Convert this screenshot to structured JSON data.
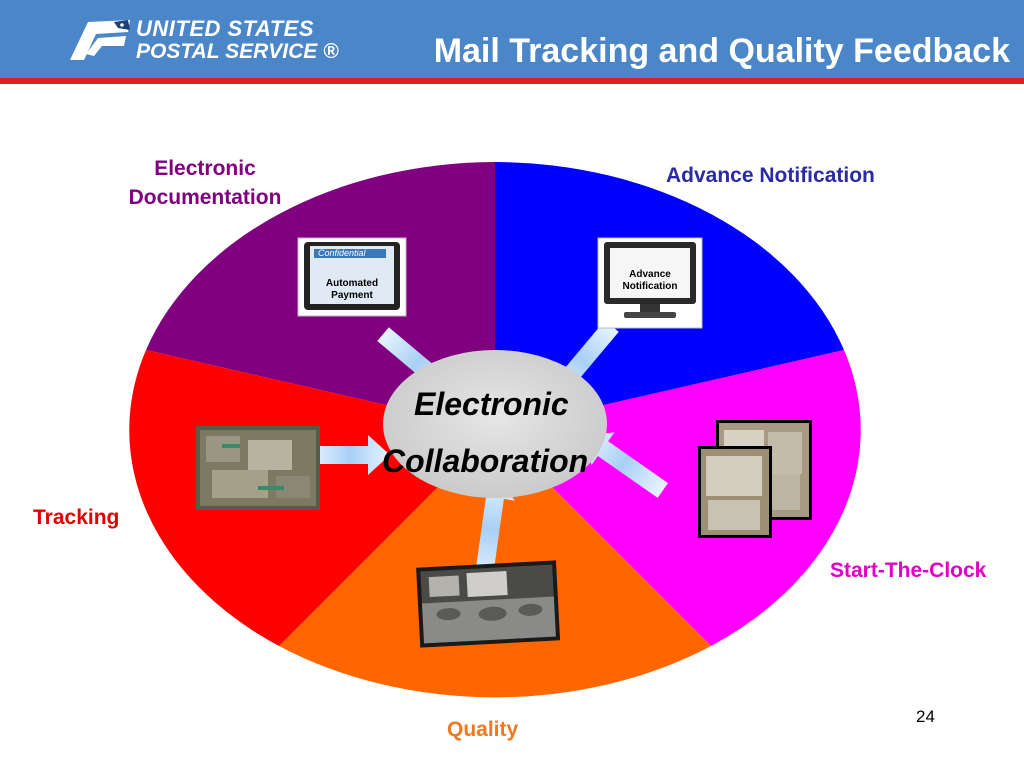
{
  "header": {
    "logo_line1": "UNITED STATES",
    "logo_line2": "POSTAL SERVICE ®",
    "title": "Mail Tracking and Quality Feedback"
  },
  "diagram": {
    "segments": [
      {
        "label_line1": "Electronic",
        "label_line2": "Documentation",
        "color": "#800080"
      },
      {
        "label": "Advance Notification",
        "color": "#0000ff"
      },
      {
        "label": "Start-The-Clock",
        "color": "#ff00ff"
      },
      {
        "label": "Quality",
        "color": "#ff6600"
      },
      {
        "label": "Tracking",
        "color": "#ff0000"
      }
    ],
    "center": {
      "line1": "Electronic",
      "line2": "Collaboration"
    },
    "monitors": {
      "automated_payment": {
        "screen_header": "Confidential",
        "line1": "Automated",
        "line2": "Payment"
      },
      "advance_notification": {
        "line1": "Advance",
        "line2": "Notification"
      }
    }
  },
  "footer": {
    "page_number": "24"
  },
  "colors": {
    "header_blue": "#4a86c8",
    "header_red": "#e21f26",
    "label_purple": "#800080",
    "label_blue": "#2a2aa6",
    "label_magenta": "#e000c8",
    "label_orange": "#f07820",
    "label_red": "#e00000"
  }
}
